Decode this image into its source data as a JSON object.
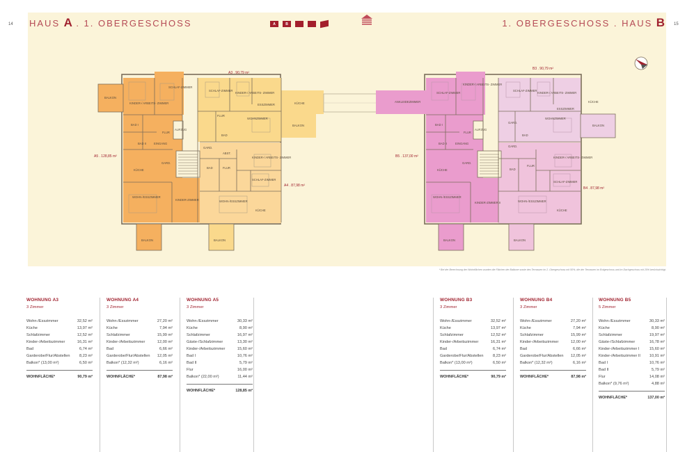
{
  "header": {
    "page_left": "14",
    "page_right": "15",
    "left_title": {
      "word": "HAUS",
      "letter": "A",
      "rest": ". 1. OBERGESCHOSS"
    },
    "right_title": {
      "rest": "1. OBERGESCHOSS . HAUS",
      "letter": "B"
    },
    "selector": [
      "A",
      "B"
    ]
  },
  "colors": {
    "accent": "#a0222f",
    "panel": "#fbf4d9",
    "haus_a_dark": "#f5b05f",
    "haus_a_light": "#fad98c",
    "haus_b_dark": "#ea9ccd",
    "haus_b_light": "#eecfe4"
  },
  "plan_labels": {
    "a3_area": "A3 . 90,79 m²",
    "a4_area": "A4 . 87,98 m²",
    "a5_area": "A5 . 128,85 m²",
    "b3_area": "B3 . 90,79 m²",
    "b4_area": "B4 . 87,98 m²",
    "b5_area": "B5 . 137,00 m²",
    "balkon": "BALKON",
    "schlafzimmer": "SCHLAF-ZIMMER",
    "kinder_arbeits": "KINDER-/ ARBEITS- ZIMMER",
    "kinderzimmer": "KINDER-ZIMMER",
    "kinderzimmer_ii": "KINDER-ZIMMER II",
    "bad_i": "BAD I",
    "bad_ii": "BAD II",
    "bad": "BAD",
    "eingang": "EINGANG",
    "garderobe": "GARD.",
    "flur": "FLUR",
    "aufzug": "AUFZUG",
    "abst": "ABST.",
    "kueche": "KÜCHE",
    "esszimmer": "ESSZIMMER",
    "wohnzimmer": "WOHNZIMMER",
    "wohn_ess": "WOHN-/ESSZIMMER",
    "ankleide": "ANKLEIDEZIMMER"
  },
  "footnote": "* Bei der Berechnung der Wohnflächen wurden die Flächen der Balkone sowie des Terrassen im 2. Obergeschoss mit 50%, die der Terrassen im Erdgeschoss und im Dachgeschoss mit 25% berücksichtigt.",
  "units": [
    {
      "name": "WOHNUNG A3",
      "rooms": "3 Zimmer",
      "items": [
        {
          "label": "Wohn-/Esszimmer",
          "area": "32,52 m²"
        },
        {
          "label": "Küche",
          "area": "13,97 m²"
        },
        {
          "label": "Schlafzimmer",
          "area": "12,52 m²"
        },
        {
          "label": "Kinder-/Arbeitszimmer",
          "area": "16,31 m²"
        },
        {
          "label": "Bad",
          "area": "6,74 m²"
        },
        {
          "label": "Garderobe/Flur/Abstellen",
          "area": "8,23 m²"
        },
        {
          "label": "Balkon* (13,00 m²)",
          "area": "6,50 m²"
        }
      ],
      "total_label": "WOHNFLÄCHE*",
      "total": "90,79 m²"
    },
    {
      "name": "WOHNUNG A4",
      "rooms": "3 Zimmer",
      "items": [
        {
          "label": "Wohn-/Esszimmer",
          "area": "27,20 m²"
        },
        {
          "label": "Küche",
          "area": "7,94 m²"
        },
        {
          "label": "Schlafzimmer",
          "area": "15,99 m²"
        },
        {
          "label": "Kinder-/Arbeitszimmer",
          "area": "12,00 m²"
        },
        {
          "label": "Bad",
          "area": "6,66 m²"
        },
        {
          "label": "Garderobe/Flur/Abstellen",
          "area": "12,05 m²"
        },
        {
          "label": "Balkon* (12,32 m²)",
          "area": "6,16 m²"
        }
      ],
      "total_label": "WOHNFLÄCHE*",
      "total": "87,98 m²"
    },
    {
      "name": "WOHNUNG A5",
      "rooms": "3 Zimmer",
      "items": [
        {
          "label": "Wohn-/Esszimmer",
          "area": "30,33 m²"
        },
        {
          "label": "Küche",
          "area": "8,90 m²"
        },
        {
          "label": "Schlafzimmer",
          "area": "16,97 m²"
        },
        {
          "label": "Gäste-/Schlafzimmer",
          "area": "13,30 m²"
        },
        {
          "label": "Kinder-/Arbeitszimmer",
          "area": "15,60 m²"
        },
        {
          "label": "Bad I",
          "area": "10,76 m²"
        },
        {
          "label": "Bad II",
          "area": "5,79 m²"
        },
        {
          "label": "Flur",
          "area": "16,00 m²"
        },
        {
          "label": "Balkon* (22,00 m²)",
          "area": "11,44 m²"
        }
      ],
      "total_label": "WOHNFLÄCHE*",
      "total": "128,85 m²"
    },
    {
      "name": "WOHNUNG B3",
      "rooms": "3 Zimmer",
      "items": [
        {
          "label": "Wohn-/Esszimmer",
          "area": "32,52 m²"
        },
        {
          "label": "Küche",
          "area": "13,97 m²"
        },
        {
          "label": "Schlafzimmer",
          "area": "12,52 m²"
        },
        {
          "label": "Kinder-/Arbeitszimmer",
          "area": "16,31 m²"
        },
        {
          "label": "Bad",
          "area": "6,74 m²"
        },
        {
          "label": "Garderobe/Flur/Abstellen",
          "area": "8,23 m²"
        },
        {
          "label": "Balkon* (13,00 m²)",
          "area": "6,50 m²"
        }
      ],
      "total_label": "WOHNFLÄCHE*",
      "total": "90,79 m²"
    },
    {
      "name": "WOHNUNG B4",
      "rooms": "3 Zimmer",
      "items": [
        {
          "label": "Wohn-/Esszimmer",
          "area": "27,20 m²"
        },
        {
          "label": "Küche",
          "area": "7,94 m²"
        },
        {
          "label": "Schlafzimmer",
          "area": "15,99 m²"
        },
        {
          "label": "Kinder-/Arbeitszimmer",
          "area": "12,00 m²"
        },
        {
          "label": "Bad",
          "area": "6,66 m²"
        },
        {
          "label": "Garderobe/Flur/Abstellen",
          "area": "12,05 m²"
        },
        {
          "label": "Balkon* (12,32 m²)",
          "area": "6,16 m²"
        }
      ],
      "total_label": "WOHNFLÄCHE*",
      "total": "87,98 m²"
    },
    {
      "name": "WOHNUNG B5",
      "rooms": "5 Zimmer",
      "items": [
        {
          "label": "Wohn-/Esszimmer",
          "area": "30,33 m²"
        },
        {
          "label": "Küche",
          "area": "8,90 m²"
        },
        {
          "label": "Schlafzimmer",
          "area": "19,97 m²"
        },
        {
          "label": "Gäste-/Schlafzimmer",
          "area": "16,78 m²"
        },
        {
          "label": "Kinder-/Arbeitszimmer I",
          "area": "15,60 m²"
        },
        {
          "label": "Kinder-/Arbeitszimmer II",
          "area": "10,91 m²"
        },
        {
          "label": "Bad I",
          "area": "10,76 m²"
        },
        {
          "label": "Bad II",
          "area": "5,79 m²"
        },
        {
          "label": "Flur",
          "area": "14,08 m²"
        },
        {
          "label": "Balkon* (9,76 m²)",
          "area": "4,88 m²"
        }
      ],
      "total_label": "WOHNFLÄCHE*",
      "total": "137,00 m²"
    }
  ]
}
